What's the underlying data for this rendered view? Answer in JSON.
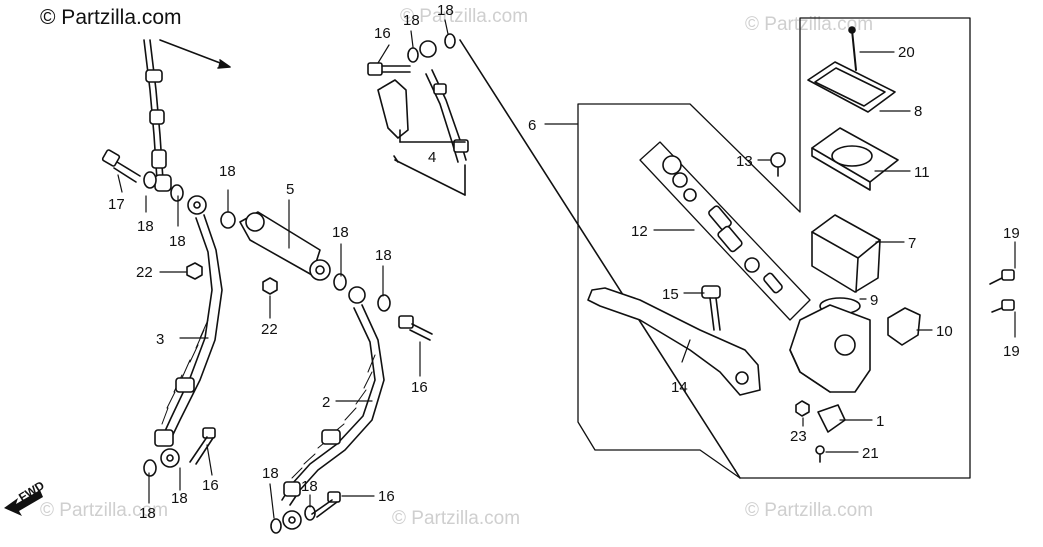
{
  "brand": "© Partzilla.com",
  "watermark": "© Partzilla.com",
  "direction_label": "FWD",
  "callouts": {
    "c1": "1",
    "c2": "2",
    "c3": "3",
    "c4": "4",
    "c5": "5",
    "c6": "6",
    "c7": "7",
    "c8": "8",
    "c9": "9",
    "c10": "10",
    "c11": "11",
    "c12": "12",
    "c13": "13",
    "c14": "14",
    "c15": "15",
    "c16": "16",
    "c17": "17",
    "c18": "18",
    "c19": "19",
    "c20": "20",
    "c21": "21",
    "c22": "22",
    "c23": "23"
  }
}
